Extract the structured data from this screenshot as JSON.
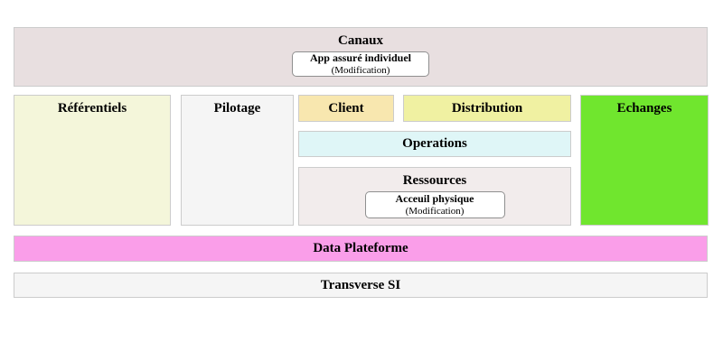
{
  "diagram": {
    "border_color": "#cccccc",
    "canaux": {
      "label": "Canaux",
      "bg": "#e8dfe0",
      "box": {
        "title": "App assuré individuel",
        "subtitle": "(Modification)"
      }
    },
    "referentiels": {
      "label": "Référentiels",
      "bg": "#f4f6da"
    },
    "pilotage": {
      "label": "Pilotage",
      "bg": "#f5f5f5"
    },
    "client": {
      "label": "Client",
      "bg": "#f8e7af"
    },
    "distribution": {
      "label": "Distribution",
      "bg": "#f0f1a2"
    },
    "operations": {
      "label": "Operations",
      "bg": "#dff6f7"
    },
    "ressources": {
      "label": "Ressources",
      "bg": "#f2ecec",
      "box": {
        "title": "Acceuil physique",
        "subtitle": "(Modification)"
      }
    },
    "echanges": {
      "label": "Echanges",
      "bg": "#70e62e"
    },
    "data_plateforme": {
      "label": "Data Plateforme",
      "bg": "#fa9ee9"
    },
    "transverse_si": {
      "label": "Transverse SI",
      "bg": "#f5f5f5"
    }
  }
}
